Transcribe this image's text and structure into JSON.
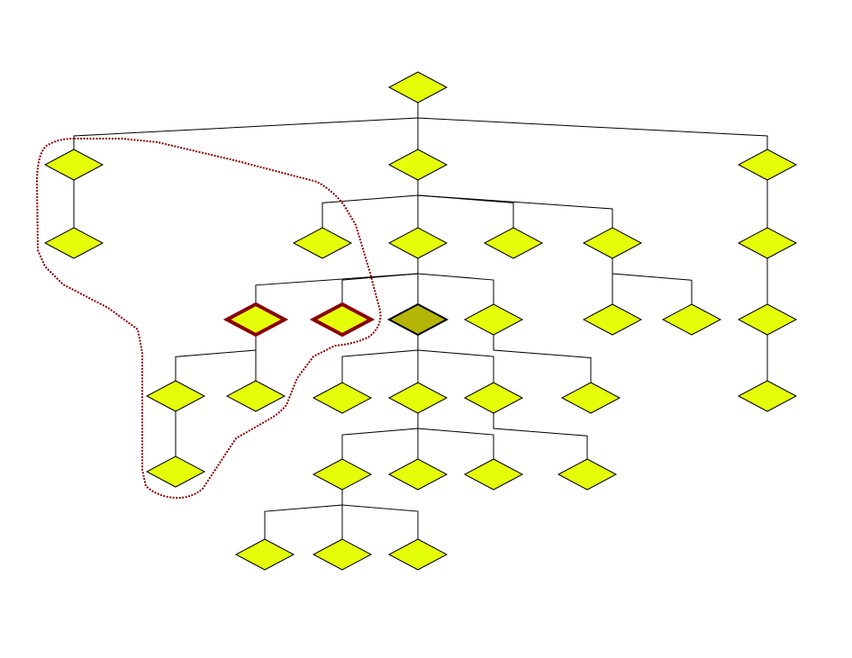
{
  "colors": {
    "node_fill": "#e5ff0a",
    "selected_fill": "#b5b508",
    "highlight_stroke": "#8b0000",
    "edge": "#000000",
    "group_outline": "#8b0000"
  },
  "tree": {
    "nodes": [
      {
        "id": "root",
        "parent": null,
        "state": "normal"
      },
      {
        "id": "a",
        "parent": "root",
        "state": "normal"
      },
      {
        "id": "b",
        "parent": "root",
        "state": "normal"
      },
      {
        "id": "c",
        "parent": "root",
        "state": "normal"
      },
      {
        "id": "a1",
        "parent": "a",
        "state": "normal"
      },
      {
        "id": "b1",
        "parent": "b",
        "state": "normal"
      },
      {
        "id": "b2",
        "parent": "b",
        "state": "normal"
      },
      {
        "id": "b3",
        "parent": "b",
        "state": "normal"
      },
      {
        "id": "b4",
        "parent": "b",
        "state": "normal"
      },
      {
        "id": "c1",
        "parent": "c",
        "state": "normal"
      },
      {
        "id": "c2",
        "parent": "c1",
        "state": "normal"
      },
      {
        "id": "c3",
        "parent": "c2",
        "state": "normal"
      },
      {
        "id": "b2a",
        "parent": "b2",
        "state": "highlighted"
      },
      {
        "id": "b2b",
        "parent": "b2",
        "state": "highlighted"
      },
      {
        "id": "b2c",
        "parent": "b2",
        "state": "selected"
      },
      {
        "id": "b2d",
        "parent": "b2",
        "state": "normal"
      },
      {
        "id": "b4a",
        "parent": "b4",
        "state": "normal"
      },
      {
        "id": "b4b",
        "parent": "b4",
        "state": "normal"
      },
      {
        "id": "b2a1",
        "parent": "b2a",
        "state": "normal"
      },
      {
        "id": "b2a2",
        "parent": "b2a",
        "state": "normal"
      },
      {
        "id": "b2a1x",
        "parent": "b2a1",
        "state": "normal"
      },
      {
        "id": "b2c1",
        "parent": "b2c",
        "state": "normal"
      },
      {
        "id": "b2c2",
        "parent": "b2c",
        "state": "normal"
      },
      {
        "id": "b2c3",
        "parent": "b2c",
        "state": "normal"
      },
      {
        "id": "b2d1",
        "parent": "b2d",
        "state": "normal"
      },
      {
        "id": "b2c3a",
        "parent": "b2c3",
        "state": "normal"
      },
      {
        "id": "b2c2a",
        "parent": "b2c2",
        "state": "normal"
      },
      {
        "id": "b2c2b",
        "parent": "b2c2",
        "state": "normal"
      },
      {
        "id": "b2c2c",
        "parent": "b2c2",
        "state": "normal"
      },
      {
        "id": "x1",
        "parent": "b2c2a",
        "state": "normal"
      },
      {
        "id": "x2",
        "parent": "b2c2a",
        "state": "normal"
      },
      {
        "id": "x3",
        "parent": "b2c2a",
        "state": "normal"
      }
    ]
  }
}
